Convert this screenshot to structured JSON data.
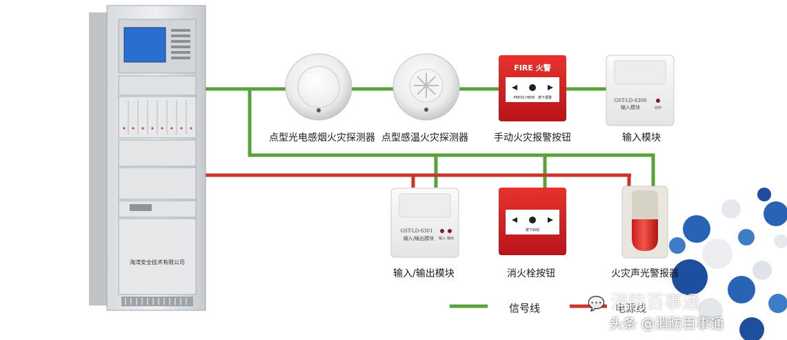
{
  "diagram": {
    "devices": {
      "smoke_detector": "点型光电感烟火灾探测器",
      "heat_detector": "点型感温火灾探测器",
      "manual_call_point": "手动火灾报警按钮",
      "input_module": "输入模块",
      "io_module": "输入/输出模块",
      "hydrant_button": "消火栓按钮",
      "sounder_strobe": "火灾声光警报器"
    },
    "device_texts": {
      "panel_company": "海湾安全技术有限公司",
      "mcp_fire": "FIRE 火警",
      "mcp_press_here": "PRESS HERE",
      "mcp_press_cn": "按下报警",
      "input_model": "GST-LD-8300",
      "input_name": "输入模块",
      "input_led": "动作",
      "io_model": "GST-LD-8301",
      "io_name": "输入/输出模块",
      "io_led1": "输入",
      "io_led2": "输出",
      "hydrant_press_cn": "按下启动"
    },
    "legend": {
      "signal_line": "信号线",
      "power_line": "电源线",
      "signal_color": "#5aa13c",
      "power_color": "#c9372c"
    },
    "watermark": {
      "account": "消防百事通",
      "source": "头条 @消防百事通"
    }
  }
}
